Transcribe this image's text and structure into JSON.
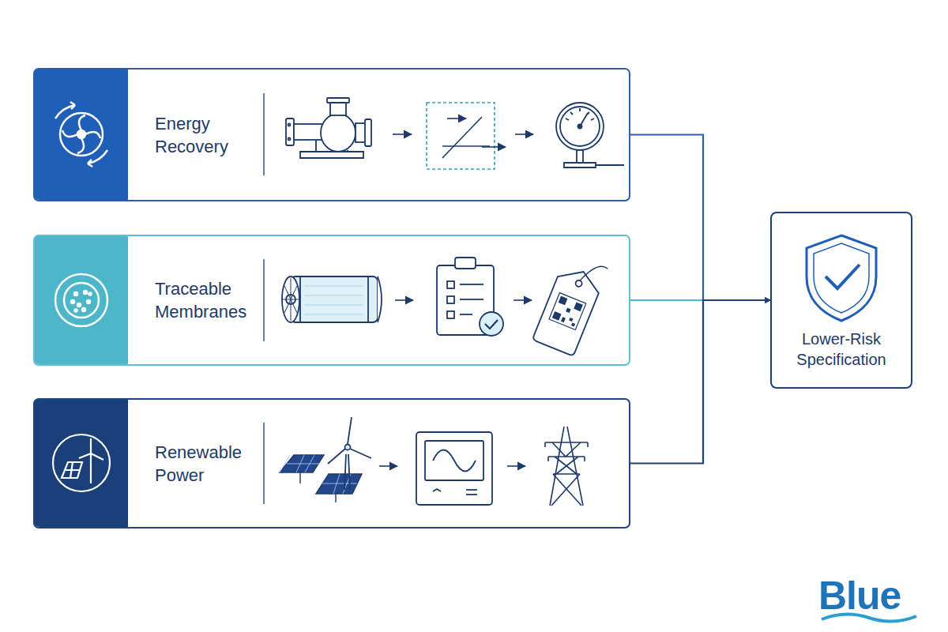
{
  "diagram": {
    "nodes": [
      {
        "text": [
          "Energy Recovery"
        ]
      },
      {
        "text": [
          "Traceable Membranes"
        ]
      },
      {
        "text": [
          "Renewable Power"
        ]
      },
      {
        "text": [
          "Lower-Risk Specification"
        ]
      }
    ],
    "edges": [
      {
        "from": 0,
        "to": 3,
        "arrow": "to"
      },
      {
        "from": 1,
        "to": 3,
        "arrow": "to"
      },
      {
        "from": 2,
        "to": 3,
        "arrow": "to"
      }
    ],
    "labels": [
      "Blue"
    ]
  }
}
